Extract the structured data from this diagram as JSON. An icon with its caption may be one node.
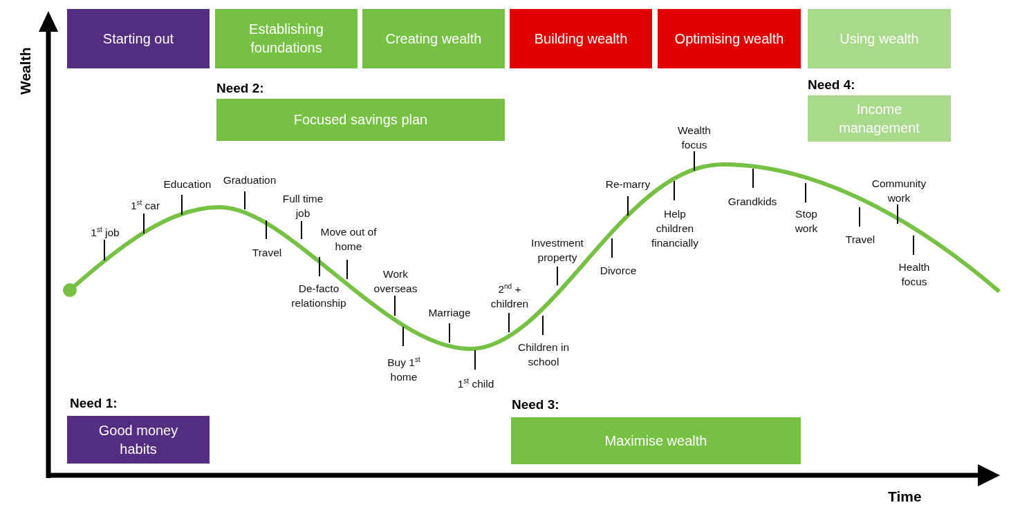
{
  "diagram": {
    "nodes": [
      {
        "text": [
          "Starting out"
        ]
      },
      {
        "text": [
          "Establishing foundations"
        ]
      },
      {
        "text": [
          "Creating wealth"
        ]
      },
      {
        "text": [
          "Building wealth"
        ]
      },
      {
        "text": [
          "Optimising wealth"
        ]
      },
      {
        "text": [
          "Using wealth"
        ]
      },
      {
        "text": [
          "Need 2:",
          "Focused savings plan"
        ]
      },
      {
        "text": [
          "Need 4:",
          "Income management"
        ]
      },
      {
        "text": [
          "Need 1:",
          "Good money habits"
        ]
      },
      {
        "text": [
          "Need 3:",
          "Maximise wealth"
        ]
      }
    ],
    "labels": [
      "Wealth",
      "1$^{st}$ job",
      "1$^{st}$ car",
      "Education",
      "Graduation",
      "Travel",
      "Full time job",
      "De-facto relationship",
      "Move out of home",
      "Work overseas",
      "Buy 1$^{st}$ home",
      "Marriage",
      "1$^{st}$ child",
      "2$^{nd}$ + children",
      "Children in school",
      "Investment property",
      "Divorce",
      "Re-marry",
      "Help children financially",
      "Wealth focus",
      "Grandkids",
      "Stop work",
      "Travel",
      "Community work",
      "Health focus",
      "Time"
    ]
  }
}
